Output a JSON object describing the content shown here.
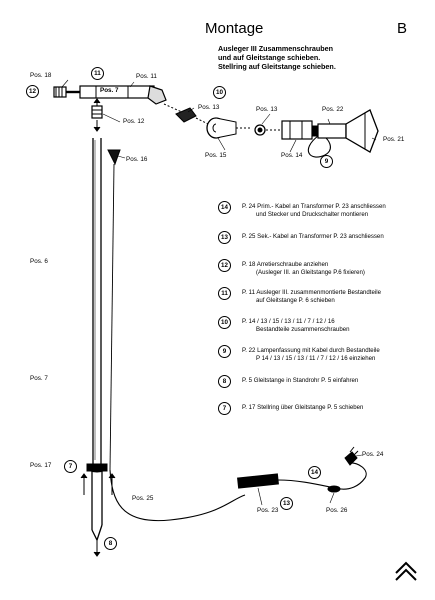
{
  "header": {
    "title": "Montage",
    "letter": "B"
  },
  "intro": [
    "Ausleger III Zusammenschrauben",
    "und auf Gleitstange schieben.",
    "Stellring auf Gleitstange schieben."
  ],
  "labels": {
    "pos18": "Pos. 18",
    "pos11": "Pos. 11",
    "pos7_top": "Pos. 7",
    "pos12": "Pos. 12",
    "pos13a": "Pos. 13",
    "pos13b": "Pos. 13",
    "pos22": "Pos. 22",
    "pos21": "Pos. 21",
    "pos16": "Pos. 16",
    "pos15": "Pos. 15",
    "pos14": "Pos. 14",
    "pos6": "Pos. 6",
    "pos7": "Pos. 7",
    "pos17": "Pos. 17",
    "pos25": "Pos. 25",
    "pos24": "Pos. 24",
    "pos23": "Pos. 23",
    "pos26": "Pos. 26"
  },
  "callouts": {
    "c12": "12",
    "c11": "11",
    "c10": "10",
    "c9": "9",
    "c7": "7",
    "c8": "8",
    "c14": "14",
    "c13": "13"
  },
  "steps": [
    {
      "num": "14",
      "line1": "P. 24   Prim.- Kabel  an Transformer  P. 23 anschliessen",
      "line2": "und Stecker und Druckschalter montieren"
    },
    {
      "num": "13",
      "line1": "P. 25   Sek.- Kabel  an Transformer  P. 23 anschliessen",
      "line2": ""
    },
    {
      "num": "12",
      "line1": "P. 18     Arretierschraube  anziehen",
      "line2": "(Ausleger III. an Gleitstange P.6  fixieren)"
    },
    {
      "num": "11",
      "line1": "P. 11   Ausleger III.  zusammenmontierte  Bestandteile",
      "line2": "auf Gleitstange P. 6  schieben"
    },
    {
      "num": "10",
      "line1": "P. 14 / 13 / 15 / 13 / 11 / 7 / 12 / 16",
      "line2": "Bestandteile zusammenschrauben"
    },
    {
      "num": "9",
      "line1": "P.   22    Lampenfassung mit Kabel durch Bestandteile",
      "line2": "P 14 / 13 / 15 / 13 / 11 / 7 / 12 / 16 einziehen"
    },
    {
      "num": "8",
      "line1": "P.   5     Gleitstange  in Standrohr  P. 5  einfahren",
      "line2": ""
    },
    {
      "num": "7",
      "line1": "P.  17    Stellring über Gleitstange  P. 5  schieben",
      "line2": ""
    }
  ]
}
